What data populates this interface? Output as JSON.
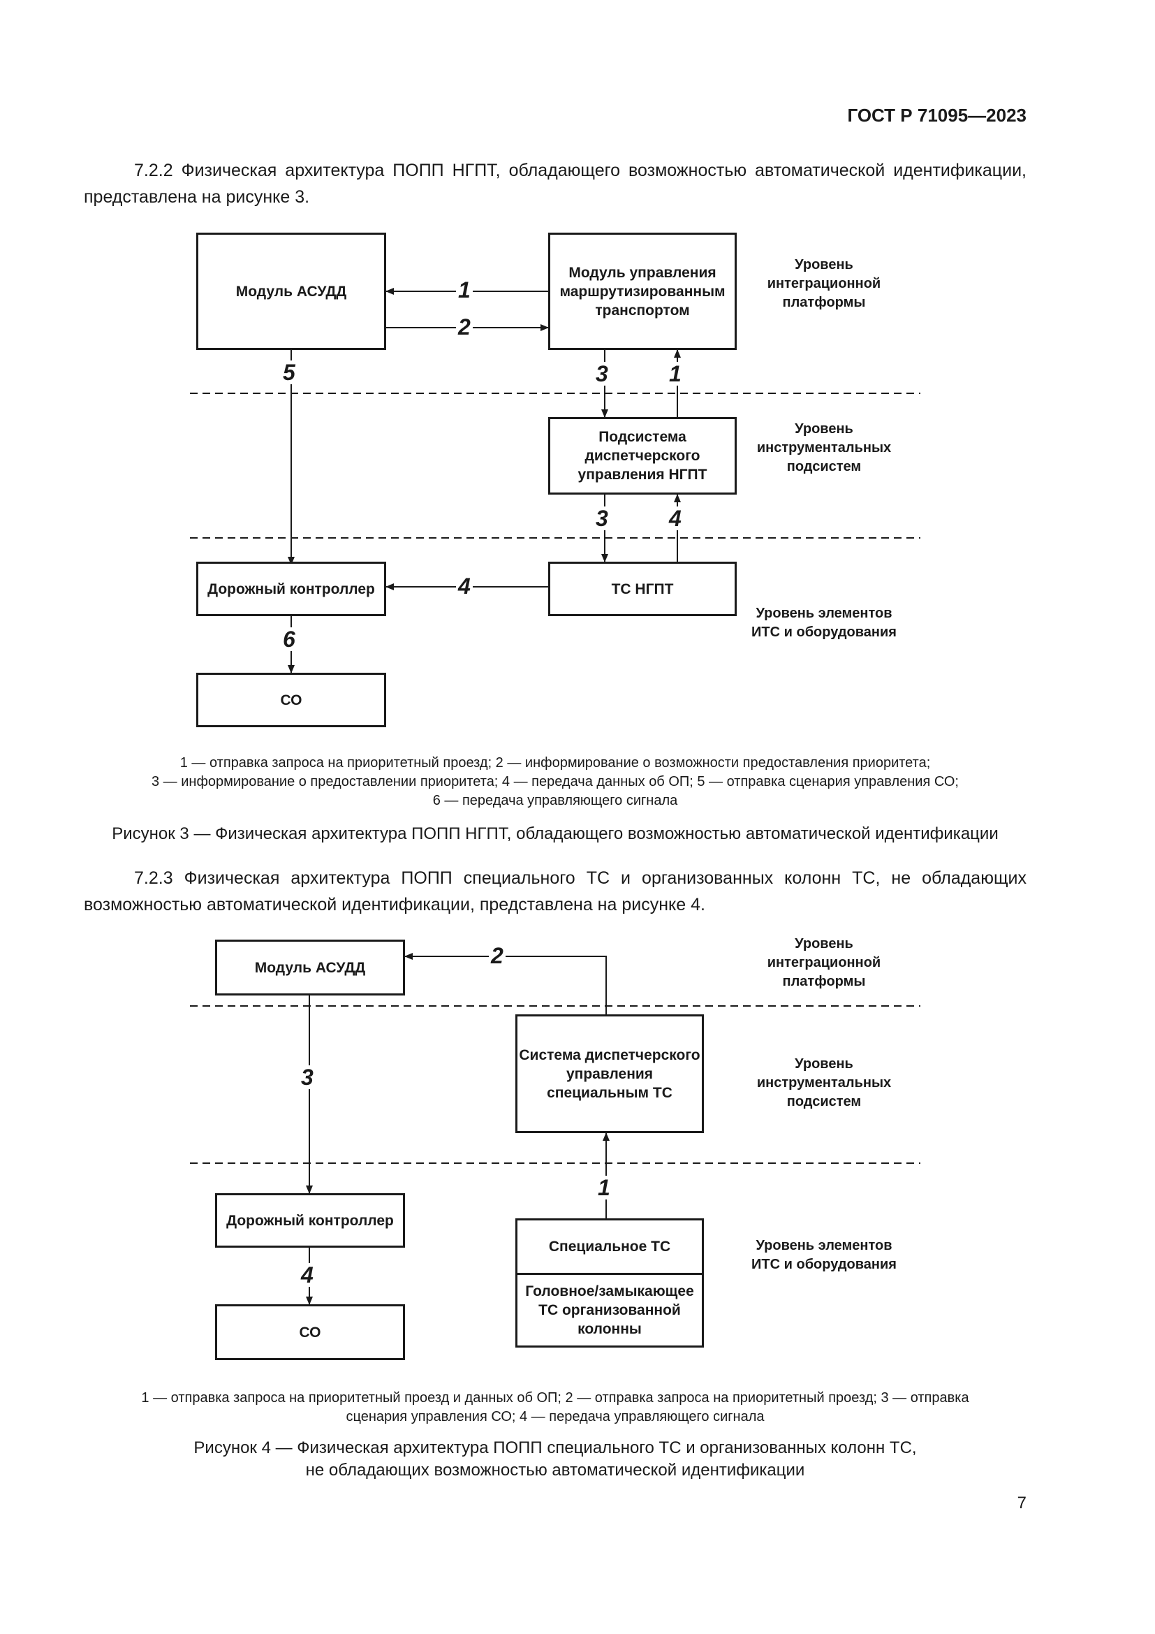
{
  "header": {
    "standard": "ГОСТ Р 71095—2023"
  },
  "section_722": {
    "text": "7.2.2 Физическая архитектура ПОПП НГПТ, обладающего возможностью автоматической идентификации, представлена на рисунке 3."
  },
  "figure3": {
    "boxes": {
      "asudd": "Модуль АСУДД",
      "route_module": "Модуль управления маршрутизированным транспортом",
      "dispatch": "Подсистема диспетчерского управления НГПТ",
      "road_controller": "Дорожный контроллер",
      "ts_ngpt": "ТС НГПТ",
      "so": "СО"
    },
    "levels": {
      "integration": "Уровень интеграционной платформы",
      "instrumental": "Уровень инструментальных подсистем",
      "elements": "Уровень элементов ИТС и оборудования"
    },
    "flow_labels": {
      "asudd_from_route": "1",
      "asudd_to_route": "2",
      "asudd_to_controller": "5",
      "route_to_dispatch": "3",
      "dispatch_to_route": "1",
      "dispatch_to_ts": "3",
      "ts_to_dispatch": "4",
      "ts_to_controller": "4",
      "controller_to_so": "6"
    },
    "legend": {
      "line1": "1 — отправка запроса на приоритетный проезд; 2 — информирование о возможности предоставления приоритета;",
      "line2": "3 — информирование о предоставлении приоритета; 4 — передача данных об ОП; 5 — отправка сценария управления СО;",
      "line3": "6 — передача управляющего сигнала"
    },
    "caption": "Рисунок 3 — Физическая архитектура ПОПП НГПТ, обладающего возможностью автоматической идентификации"
  },
  "section_723": {
    "text": "7.2.3 Физическая архитектура ПОПП специального ТС и организованных колонн ТС, не обладающих возможностью автоматической идентификации, представлена на рисунке 4."
  },
  "figure4": {
    "boxes": {
      "asudd": "Модуль АСУДД",
      "dispatch_system": "Система диспетчерского управления специальным ТС",
      "road_controller": "Дорожный контроллер",
      "so": "СО",
      "special_ts": "Специальное ТС",
      "convoy_ts": "Головное/замыкающее ТС организованной колонны"
    },
    "levels": {
      "integration": "Уровень интеграционной платформы",
      "instrumental": "Уровень инструментальных подсистем",
      "elements": "Уровень элементов ИТС и оборудования"
    },
    "flow_labels": {
      "dispatch_to_asudd": "2",
      "asudd_to_controller": "3",
      "ts_to_dispatch": "1",
      "controller_to_so": "4"
    },
    "legend": {
      "line1": "1 — отправка запроса на приоритетный проезд и данных об ОП; 2 — отправка запроса на приоритетный проезд; 3 — отправка",
      "line2": "сценария управления СО; 4 — передача управляющего сигнала"
    },
    "caption": {
      "line1": "Рисунок 4 — Физическая архитектура ПОПП специального ТС и организованных колонн ТС,",
      "line2": "не обладающих возможностью автоматической идентификации"
    }
  },
  "page_number": "7"
}
